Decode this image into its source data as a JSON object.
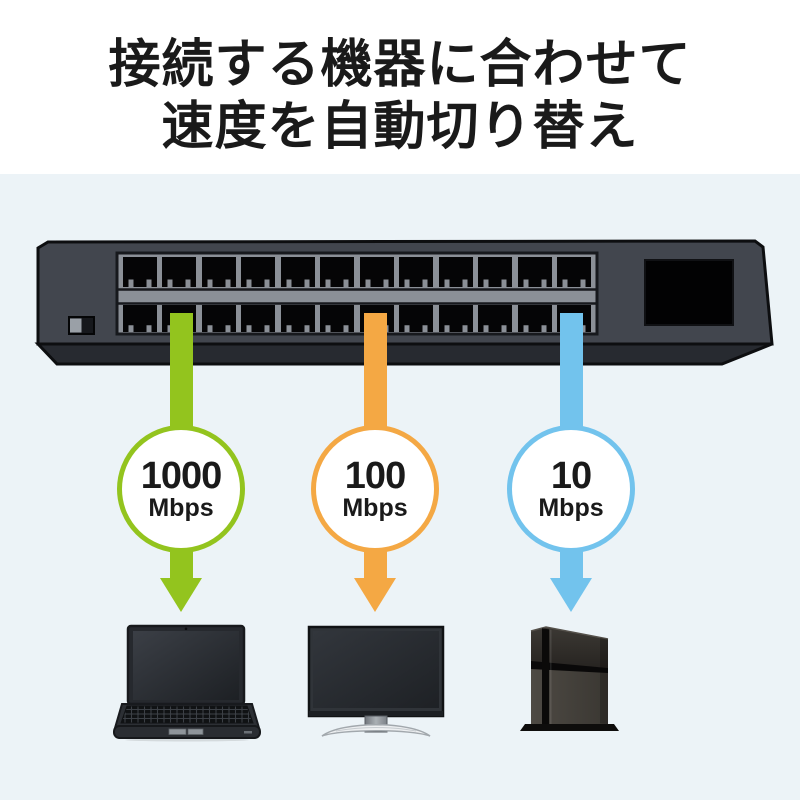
{
  "title": {
    "line1": "接続する機器に合わせて",
    "line2": "速度を自動切り替え"
  },
  "speeds": [
    {
      "value": "1000",
      "unit": "Mbps",
      "accent_color": "#93c41e",
      "device_icon": "laptop-icon"
    },
    {
      "value": "100",
      "unit": "Mbps",
      "accent_color": "#f4a844",
      "device_icon": "desktop-monitor-icon"
    },
    {
      "value": "10",
      "unit": "Mbps",
      "accent_color": "#72c3ed",
      "device_icon": "game-console-icon"
    }
  ],
  "illustration": {
    "switch": {
      "name": "network-switch",
      "port_rows": 2,
      "ports_per_row": 12
    },
    "colors": {
      "background_top": "#ffffff",
      "background_bottom": "#ecf3f7",
      "switch_body": "#42464e",
      "switch_bezel": "#272a30",
      "switch_port_panel": "#8b9097",
      "switch_ports": "#050506",
      "title_text": "#1a1a1a"
    }
  }
}
